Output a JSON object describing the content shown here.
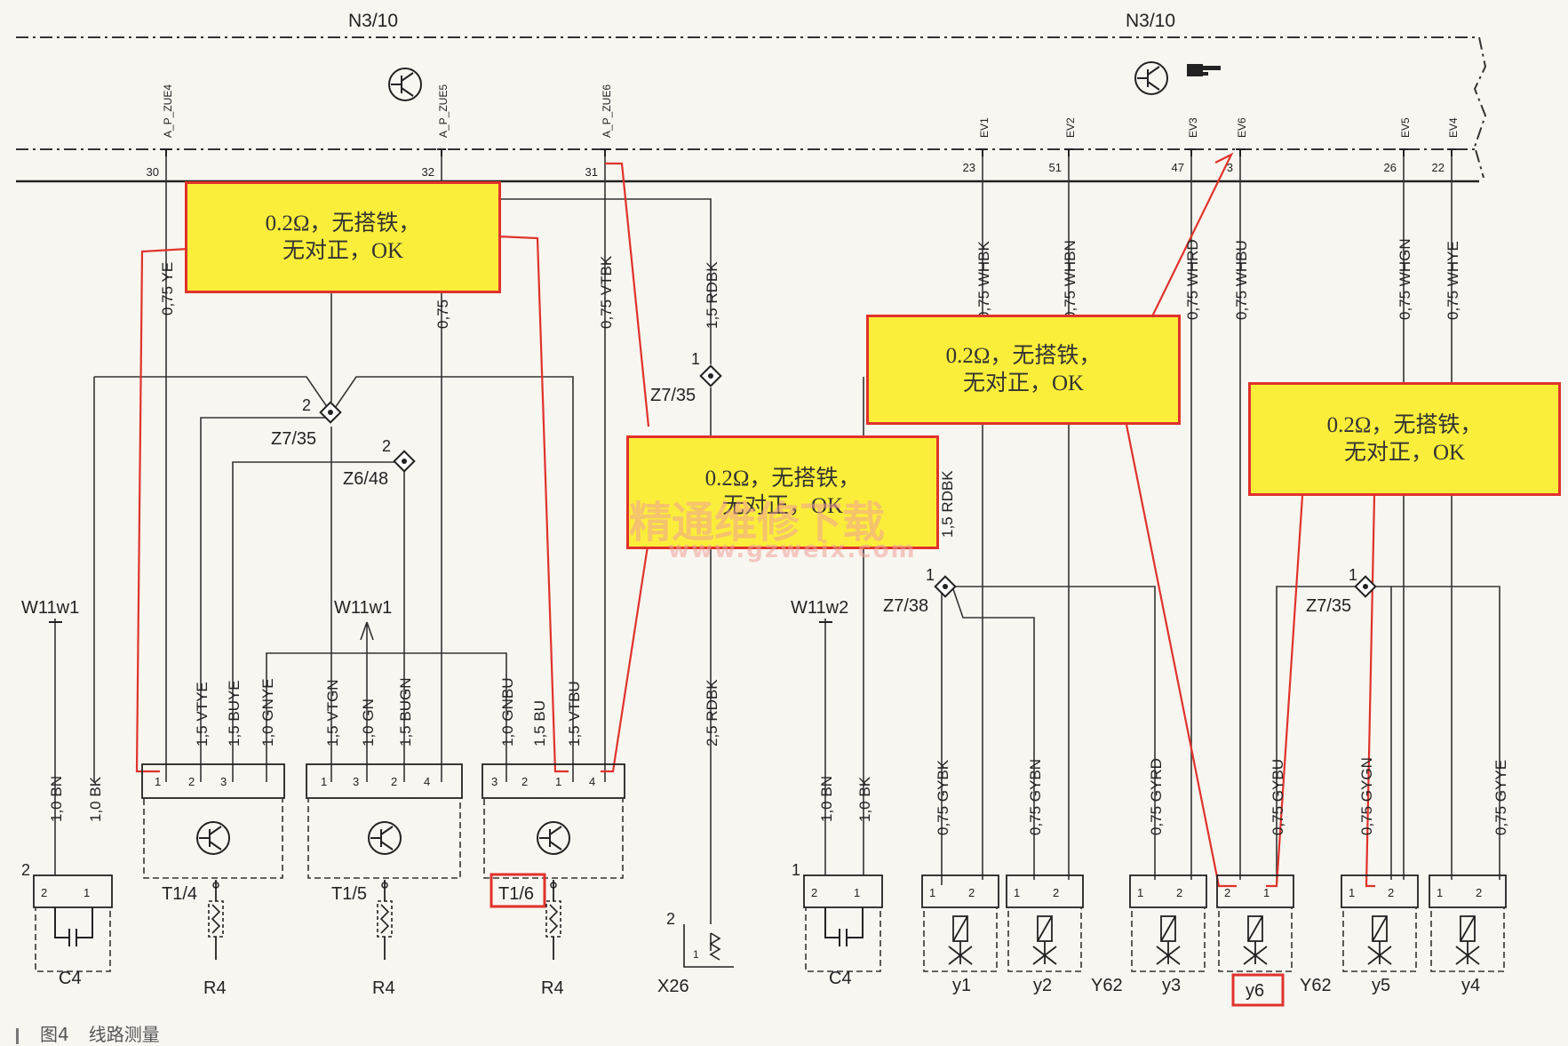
{
  "controller": {
    "label": "N3/10"
  },
  "header_pins": [
    {
      "name": "A_P_ZUE4",
      "num": "30",
      "wire": "0,75 YE"
    },
    {
      "name": "A_P_ZUE5",
      "num": "32",
      "wire": "0,75"
    },
    {
      "name": "A_P_ZUE6",
      "num": "31",
      "wire": "0,75 VTBK"
    },
    {
      "name": "EV1",
      "num": "23",
      "wire": "0,75 WHBK"
    },
    {
      "name": "EV2",
      "num": "51",
      "wire": "0,75 WHBN"
    },
    {
      "name": "EV3",
      "num": "47",
      "wire": "0,75 WHRD"
    },
    {
      "name": "EV6",
      "num": "3",
      "wire": "0,75 WHBU"
    },
    {
      "name": "EV5",
      "num": "26",
      "wire": "0,75 WHGN"
    },
    {
      "name": "EV4",
      "num": "22",
      "wire": "0,75 WHYE"
    }
  ],
  "wire_rdbk_top": "1,5 RDBK",
  "wire_rdbk_bottom": "2,5 RDBK",
  "wire_rdbk_mid": "1,5 RDBK",
  "splices": {
    "z7_35_a": {
      "label": "Z7/35",
      "pin": "2"
    },
    "z6_48": {
      "label": "Z6/48",
      "pin": "2"
    },
    "z7_35_b": {
      "label": "Z7/35",
      "pin": "1"
    },
    "z7_38": {
      "label": "Z7/38",
      "pin": "1"
    },
    "z7_35_c": {
      "label": "Z7/35",
      "pin": "1"
    }
  },
  "shields": {
    "w11w1_a": "W11w1",
    "w11w1_b": "W11w1",
    "w11w2": "W11w2"
  },
  "coils": [
    {
      "label": "T1/4",
      "pins": [
        "1",
        "2",
        "3"
      ],
      "wires": [
        "1,5 VTYE",
        "1,5 BUYE",
        "1,0 GNYE"
      ]
    },
    {
      "label": "T1/5",
      "pins": [
        "1",
        "3",
        "2",
        "4"
      ],
      "wires": [
        "1,5 VTGN",
        "1,0 GN",
        "1,5 BUGN"
      ]
    },
    {
      "label": "T1/6",
      "pins": [
        "3",
        "2",
        "1",
        "4"
      ],
      "wires": [
        "1,0 GNBU",
        "1,5 BU",
        "1,5 VTBU"
      ]
    }
  ],
  "resistor_label": "R4",
  "caps": [
    {
      "label": "C4",
      "pin": "2",
      "pins": [
        "2",
        "1"
      ],
      "wires": [
        "1,0 BN",
        "1,0 BK"
      ]
    },
    {
      "label": "C4",
      "pin": "1",
      "pins": [
        "2",
        "1"
      ],
      "wires": [
        "1,0 BN",
        "1,0 BK"
      ]
    }
  ],
  "x26": {
    "label": "X26",
    "pin_top": "2",
    "pin_in": "1"
  },
  "valves": [
    {
      "label": "y1",
      "pins": [
        "1",
        "2"
      ],
      "wire": "0,75 GYBK"
    },
    {
      "label": "y2",
      "pins": [
        "1",
        "2"
      ],
      "wire": "0,75 GYBN"
    },
    {
      "label": "y3",
      "pins": [
        "1",
        "2"
      ],
      "wire": "0,75 GYRD"
    },
    {
      "label": "y6",
      "pins": [
        "2",
        "1"
      ],
      "wire": "0,75 GYBU"
    },
    {
      "label": "y5",
      "pins": [
        "1",
        "2"
      ],
      "wire": "0,75 GYGN"
    },
    {
      "label": "y4",
      "pins": [
        "1",
        "2"
      ],
      "wire": "0,75 GYYE"
    }
  ],
  "y62_label": "Y62",
  "callouts": [
    {
      "line1": "0.2Ω，无搭铁，",
      "line2": "无对正，OK"
    },
    {
      "line1": "0.2Ω，无搭铁，",
      "line2": "无对正，OK"
    },
    {
      "line1": "0.2Ω，无搭铁，",
      "line2": "无对正，OK"
    },
    {
      "line1": "0.2Ω，无搭铁，",
      "line2": "无对正，OK"
    }
  ],
  "watermark": {
    "title": "精通维修下载",
    "url": "www.gzweix.com"
  },
  "caption": {
    "fig": "图4",
    "text": "线路测量"
  },
  "colors": {
    "highlight": "#e0322b",
    "callout_fill": "#fbee3a"
  }
}
